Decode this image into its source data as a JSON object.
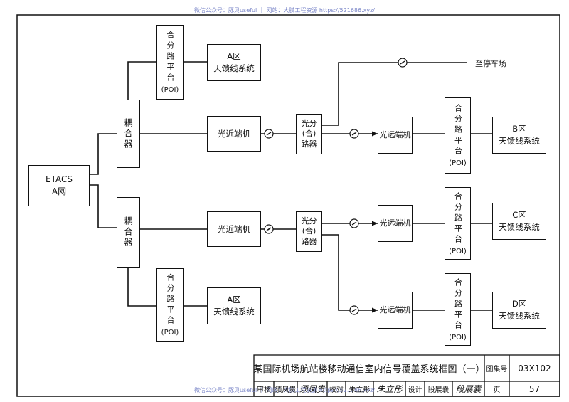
{
  "watermark_top": "微信公众号：豚贝useful ｜ 网站：大膜工程资源 https://521686.xyz/",
  "watermark_bottom": "微信公众号：豚贝useful ｜ 网站：大膜工程资源 https://521686.xyz/",
  "diagram": {
    "source": "ETACS\nA网",
    "coupler_label": "耦合器",
    "poi_chars": "合分路平台",
    "poi_code": "(POI)",
    "near_end": "光近端机",
    "far_end": "光远端机",
    "splitter": "光分\n(合)\n路器",
    "antenna": {
      "a_upper": "A区\n天馈线系统",
      "a_lower": "A区\n天馈线系统",
      "b": "B区\n天馈线系统",
      "c": "C区\n天馈线系统",
      "d": "D区\n天馈线系统"
    },
    "to_parking": "至停车场"
  },
  "title_block": {
    "title": "某国际机场航站楼移动通信室内信号覆盖系统框图（一）",
    "atlas_label": "图集号",
    "atlas_number": "03X102",
    "review_label": "审核",
    "review_name": "须凤贵",
    "review_sign": "须凤贵",
    "check_label": "校对",
    "check_name": "朱立彤",
    "check_sign": "朱立彤",
    "design_label": "设计",
    "design_name": "段展囊",
    "design_sign": "段展囊",
    "page_label": "页",
    "page_number": "57"
  }
}
